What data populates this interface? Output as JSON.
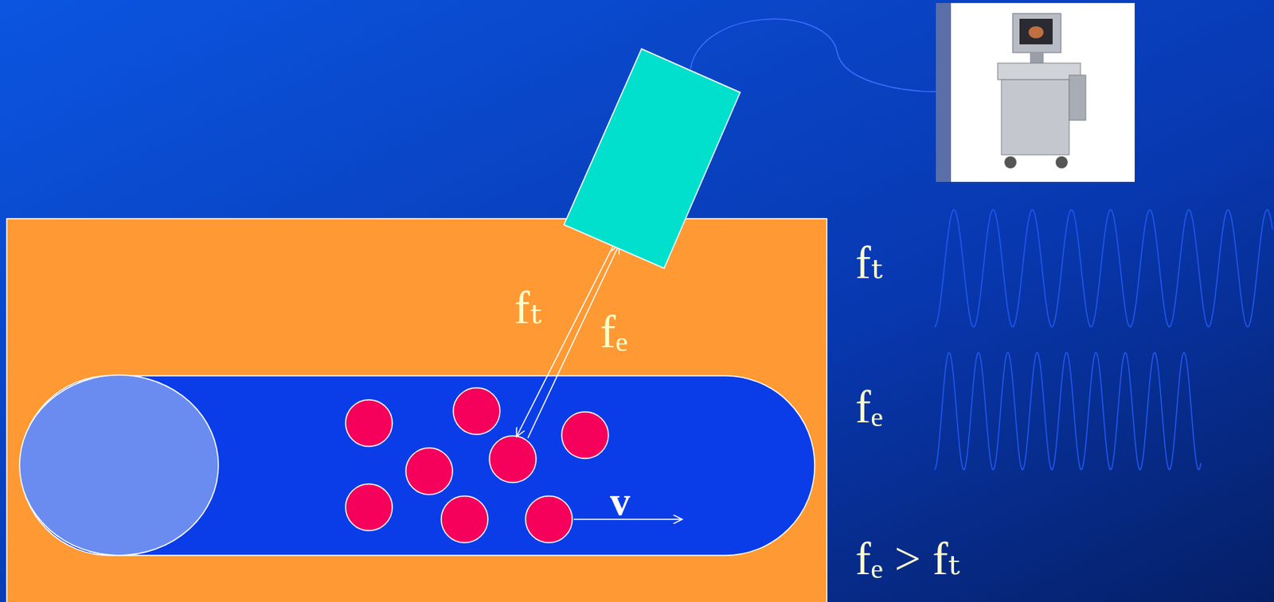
{
  "diagram": {
    "labels": [
      "fₜ",
      "fₑ",
      "v",
      "fₜ",
      "fₑ",
      "fₑ > fₜ"
    ]
  }
}
